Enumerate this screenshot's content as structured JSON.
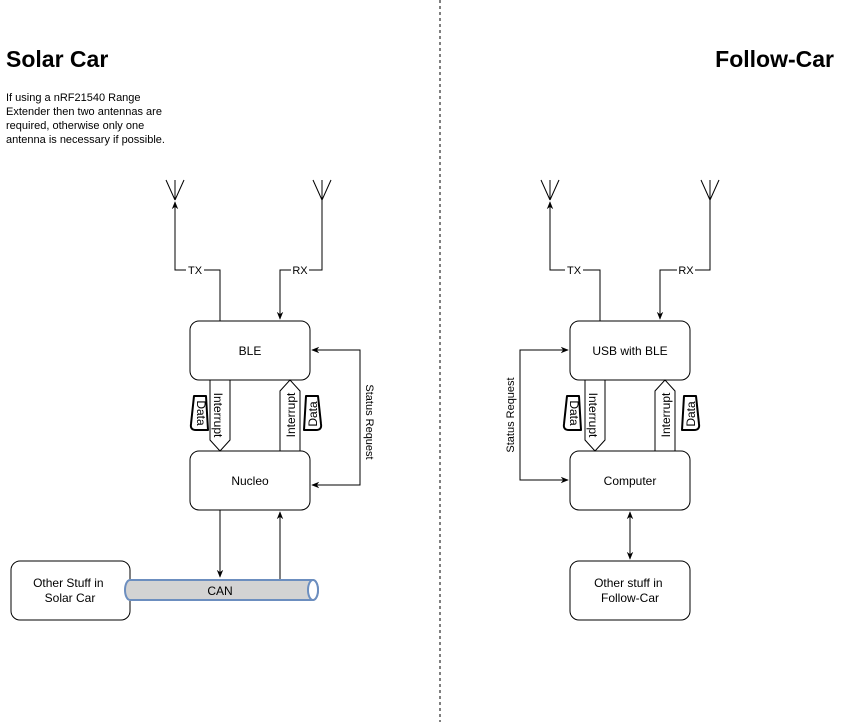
{
  "left": {
    "title": "Solar Car",
    "note_lines": [
      "If using a nRF21540 Range",
      "Extender then two antennas are",
      "required, otherwise only one",
      "antenna is necessary if possible."
    ],
    "tx_label": "TX",
    "rx_label": "RX",
    "ble_label": "BLE",
    "nucleo_label": "Nucleo",
    "interrupt_down_label": "Interrupt",
    "interrupt_up_label": "Interrupt",
    "data_left_label": "Data",
    "data_right_label": "Data",
    "status_request_label": "Status Request",
    "other_stuff_lines": [
      "Other Stuff in",
      "Solar Car"
    ],
    "can_label": "CAN"
  },
  "right": {
    "title": "Follow-Car",
    "tx_label": "TX",
    "rx_label": "RX",
    "usb_ble_label": "USB with BLE",
    "computer_label": "Computer",
    "interrupt_down_label": "Interrupt",
    "interrupt_up_label": "Interrupt",
    "data_left_label": "Data",
    "data_right_label": "Data",
    "status_request_label": "Status Request",
    "other_stuff_lines": [
      "Other stuff in",
      "Follow-Car"
    ]
  }
}
